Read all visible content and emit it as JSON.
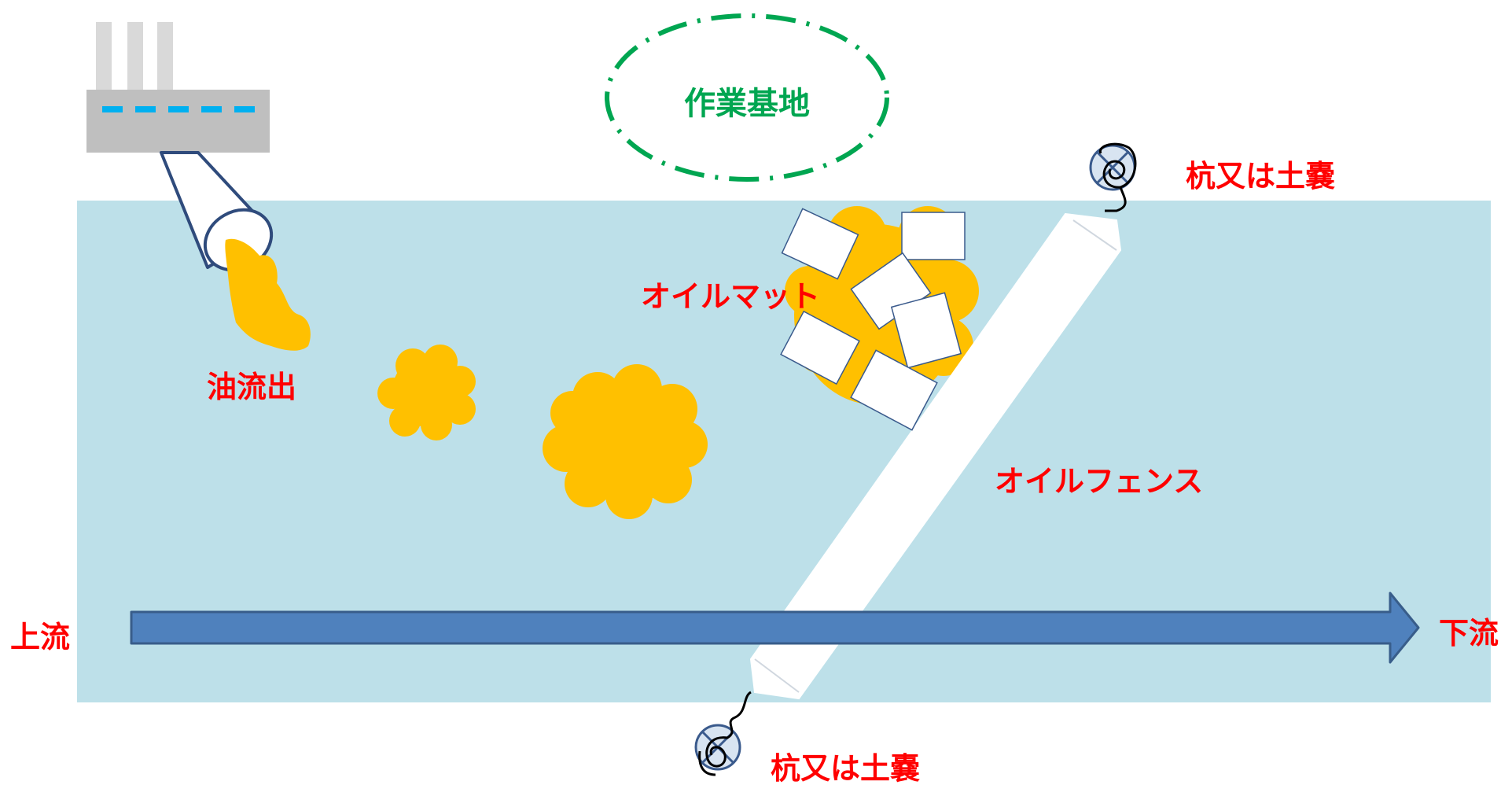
{
  "labels": {
    "work_base": "作業基地",
    "stake_top": "杭又は土嚢",
    "stake_bottom": "杭又は土嚢",
    "oil_mat": "オイルマット",
    "oil_outflow": "油流出",
    "oil_fence": "オイルフェンス",
    "upstream": "上流",
    "downstream": "下流"
  },
  "colors": {
    "water": "#bde0e9",
    "oil": "#ffc000",
    "arrow_fill": "#4f81bd",
    "arrow_stroke": "#385d8a",
    "label_red": "#ff0000",
    "work_base_green": "#00a651",
    "factory_gray": "#bfbfbf",
    "factory_chimney": "#d9d9d9",
    "factory_window": "#00b0f0",
    "pipe_stroke": "#2f4b7c",
    "fence_fill": "#ffffff",
    "stake_stroke": "#3a5a8c"
  },
  "icons": {
    "factory": "factory-icon",
    "stake": "stake-anchor-icon"
  }
}
